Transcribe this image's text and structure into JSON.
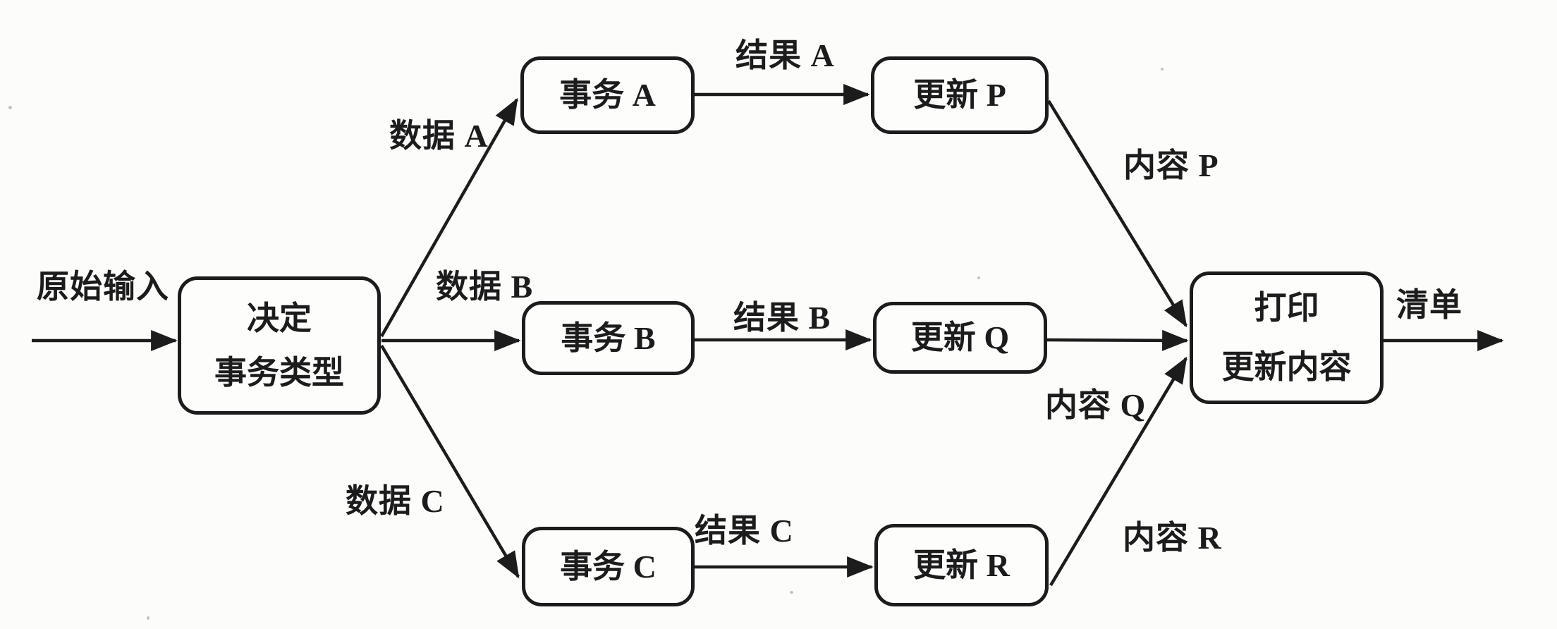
{
  "diagram_type": "flowchart",
  "colors": {
    "ink": "#1c1c1c",
    "paper": "#fcfcfa"
  },
  "nodes": {
    "decide": {
      "line1": "决定",
      "line2": "事务类型"
    },
    "transaction_a": {
      "label": "事务 A"
    },
    "transaction_b": {
      "label": "事务 B"
    },
    "transaction_c": {
      "label": "事务 C"
    },
    "update_p": {
      "label": "更新 P"
    },
    "update_q": {
      "label": "更新 Q"
    },
    "update_r": {
      "label": "更新 R"
    },
    "print": {
      "line1": "打印",
      "line2": "更新内容"
    }
  },
  "edges": [
    {
      "from": "input",
      "to": "decide",
      "label": "原始输入"
    },
    {
      "from": "decide",
      "to": "transaction_a",
      "label": "数据 A"
    },
    {
      "from": "decide",
      "to": "transaction_b",
      "label": "数据 B"
    },
    {
      "from": "decide",
      "to": "transaction_c",
      "label": "数据 C"
    },
    {
      "from": "transaction_a",
      "to": "update_p",
      "label": "结果 A"
    },
    {
      "from": "transaction_b",
      "to": "update_q",
      "label": "结果 B"
    },
    {
      "from": "transaction_c",
      "to": "update_r",
      "label": "结果 C"
    },
    {
      "from": "update_p",
      "to": "print",
      "label": "内容 P"
    },
    {
      "from": "update_q",
      "to": "print",
      "label": "内容 Q"
    },
    {
      "from": "update_r",
      "to": "print",
      "label": "内容 R"
    },
    {
      "from": "print",
      "to": "output",
      "label": "清单"
    }
  ]
}
